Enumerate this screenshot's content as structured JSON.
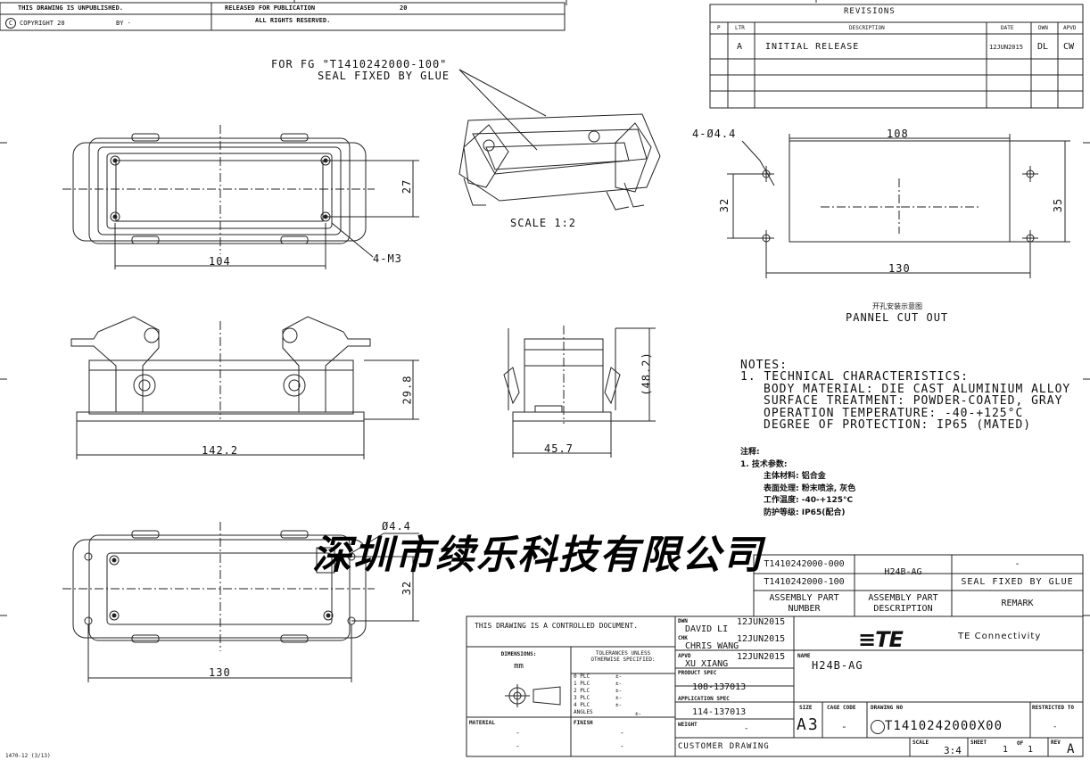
{
  "header": {
    "unpublished": "THIS DRAWING IS UNPUBLISHED.",
    "copyright_symbol": "C",
    "copyright": "COPYRIGHT 20",
    "by": "BY -",
    "released": "RELEASED FOR PUBLICATION",
    "released_year": "20",
    "rights": "ALL RIGHTS RESERVED."
  },
  "revisions": {
    "title": "REVISIONS",
    "headers": [
      "P",
      "LTR",
      "DESCRIPTION",
      "DATE",
      "DWN",
      "APVD"
    ],
    "rows": [
      {
        "ltr": "A",
        "description": "INITIAL RELEASE",
        "date": "12JUN2015",
        "dwn": "DL",
        "apvd": "CW"
      }
    ]
  },
  "annotations": {
    "fg_line1": "FOR FG \"T1410242000-100\"",
    "fg_line2": "SEAL FIXED BY GLUE",
    "scale_label": "SCALE  1:2",
    "m3": "4-M3",
    "dim_104": "104",
    "dim_27": "27",
    "dim_29_8": "29.8",
    "dim_142_2": "142.2",
    "dim_45_7": "45.7",
    "dim_48_2": "(48.2)",
    "dim_4_4": "Ø4.4",
    "dim_32b": "32",
    "dim_130b": "130",
    "cut_holes": "4-Ø4.4",
    "cut_108": "108",
    "cut_32": "32",
    "cut_35": "35",
    "cut_130": "130",
    "cut_cn": "开孔安装示意图",
    "cut_en": "PANNEL CUT OUT"
  },
  "notes": {
    "title": "NOTES:",
    "lines": [
      "1. TECHNICAL CHARACTERISTICS:",
      "BODY MATERIAL: DIE CAST ALUMINIUM ALLOY",
      "SURFACE TREATMENT: POWDER-COATED, GRAY",
      "OPERATION TEMPERATURE: -40-+125°C",
      "DEGREE OF PROTECTION: IP65 (MATED)"
    ],
    "cn_title": "注释:",
    "cn_lines": [
      "1.  技术参数:",
      "主体材料:  铝合金",
      "表面处理:  粉末喷涂,  灰色",
      "工作温度:  -40-+125°C",
      "防护等级:  IP65(配合)"
    ]
  },
  "watermark": "深圳市续乐科技有限公司",
  "parts_table": {
    "rows": [
      {
        "number": "T1410242000-000",
        "description": "H24B-AG",
        "remark": "-"
      },
      {
        "number": "T1410242000-100",
        "description": "",
        "remark": "SEAL FIXED BY GLUE"
      }
    ],
    "h_number_1": "ASSEMBLY PART",
    "h_number_2": "NUMBER",
    "h_desc_1": "ASSEMBLY PART",
    "h_desc_2": "DESCRIPTION",
    "h_remark": "REMARK"
  },
  "title_block": {
    "controlled": "THIS DRAWING IS A CONTROLLED DOCUMENT.",
    "dimensions_label": "DIMENSIONS:",
    "dimensions_unit": "mm",
    "tol_1": "TOLERANCES UNLESS",
    "tol_2": "OTHERWISE SPECIFIED:",
    "plc": [
      "0 PLC",
      "1 PLC",
      "2 PLC",
      "3 PLC",
      "4 PLC",
      "ANGLES"
    ],
    "plc_val": [
      "±-",
      "±-",
      "±-",
      "±-",
      "±-",
      "±-"
    ],
    "material_label": "MATERIAL",
    "material_val1": "-",
    "material_val2": "-",
    "finish_label": "FINISH",
    "finish_val1": "-",
    "finish_val2": "-",
    "dwn_label": "DWN",
    "dwn": "DAVID LI",
    "dwn_date": "12JUN2015",
    "chk_label": "CHK",
    "chk": "CHRIS WANG",
    "chk_date": "12JUN2015",
    "apvd_label": "APVD",
    "apvd": "XU XIANG",
    "apvd_date": "12JUN2015",
    "product_spec_label": "PRODUCT SPEC",
    "product_spec": "108-137013",
    "app_spec_label": "APPLICATION SPEC",
    "app_spec": "114-137013",
    "weight_label": "WEIGHT",
    "weight": "-",
    "customer": "CUSTOMER DRAWING",
    "company_logo": "≡TE",
    "company": "TE Connectivity",
    "name_label": "NAME",
    "name": "H24B-AG",
    "size_label": "SIZE",
    "size": "A3",
    "cage_label": "CAGE CODE",
    "cage": "-",
    "drawing_no_label": "DRAWING NO",
    "drawing_no": "T1410242000X00",
    "restricted_label": "RESTRICTED TO",
    "restricted": "-",
    "scale_label": "SCALE",
    "scale": "3:4",
    "sheet_label": "SHEET",
    "sheet": "1",
    "of_label": "OF",
    "of": "1",
    "rev_label": "REV",
    "rev": "A"
  },
  "footer": "1470-12 (3/13)"
}
